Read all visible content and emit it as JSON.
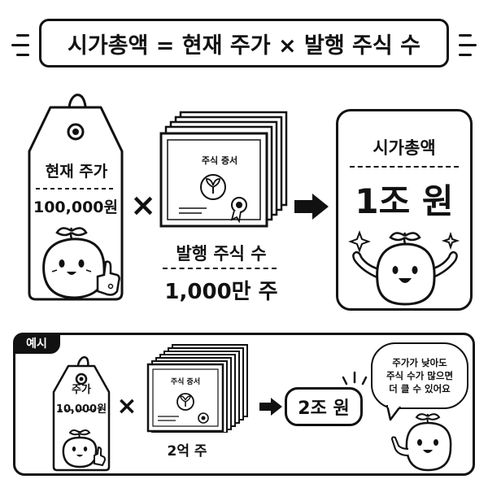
{
  "formula": {
    "title": "시가총액 = 현재 주가 × 발행 주식 수"
  },
  "main": {
    "price_tag": {
      "label": "현재 주가",
      "value": "100,000원"
    },
    "multiply_symbol": "×",
    "certificate": {
      "title": "주식 증서"
    },
    "shares": {
      "label": "발행 주식 수",
      "value": "1,000만 주"
    },
    "result": {
      "label": "시가총액",
      "value": "1조 원"
    }
  },
  "example": {
    "badge": "예시",
    "price_tag": {
      "label": "주가",
      "value": "10,000원"
    },
    "multiply_symbol": "×",
    "certificate": {
      "title": "주식 증서"
    },
    "shares": {
      "value": "2억 주"
    },
    "result": {
      "value": "2조 원"
    },
    "speech_lines": [
      "주가가 낮아도",
      "주식 수가 많으면",
      "더 클 수 있어요"
    ]
  },
  "icons": [
    "equals-icon",
    "multiply-icon",
    "arrow-right-icon",
    "sprout-icon",
    "award-ribbon-icon",
    "sparkle-icon",
    "thumbs-up-icon"
  ],
  "colors": {
    "ink": "#111111",
    "background": "#ffffff",
    "label_bg": "#111111",
    "label_text": "#ffffff"
  }
}
